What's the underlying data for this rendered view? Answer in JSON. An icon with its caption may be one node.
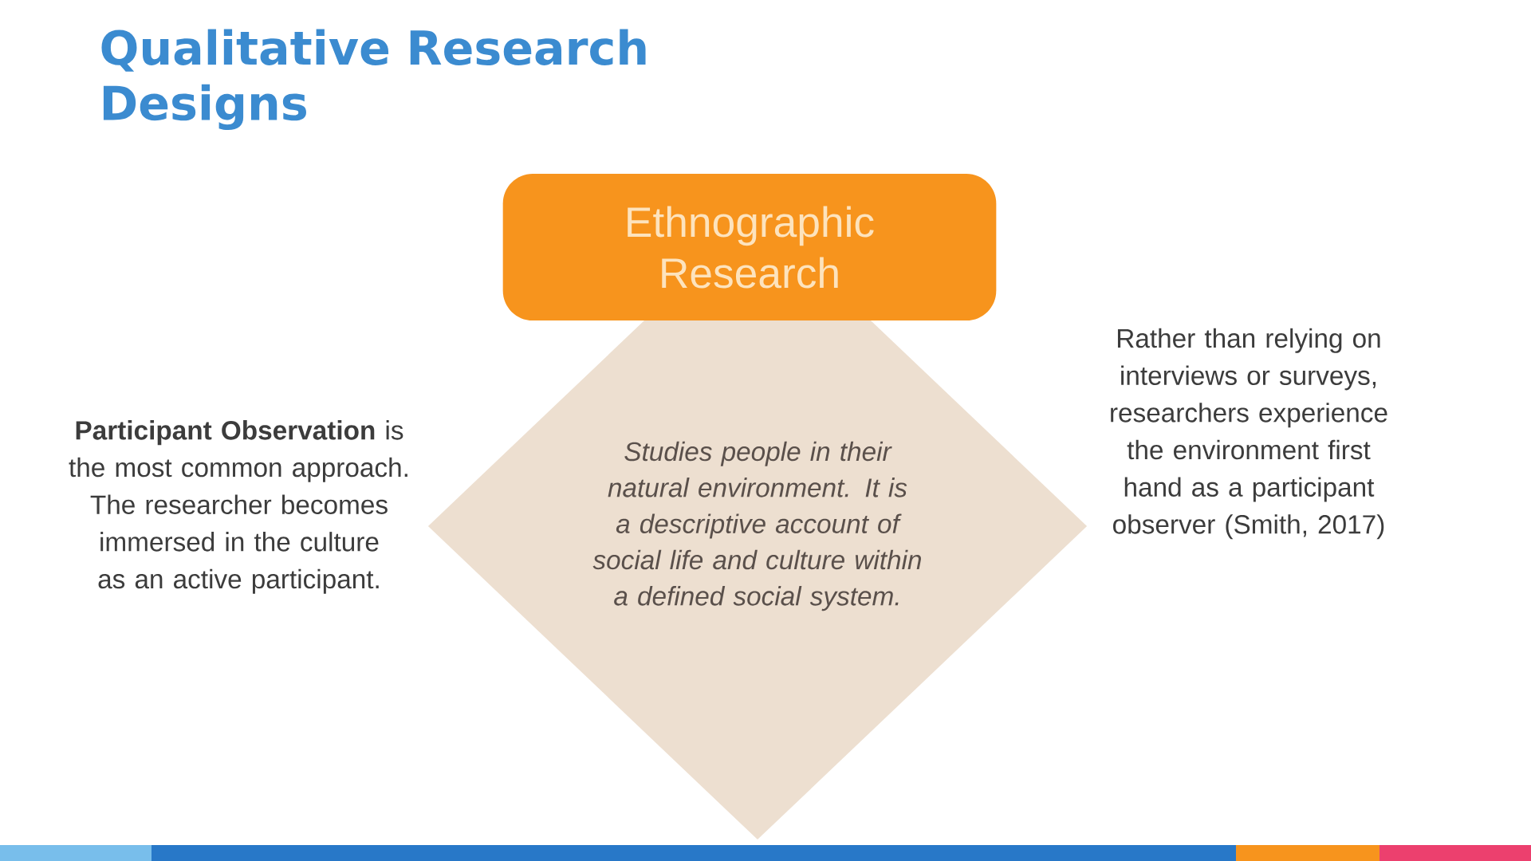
{
  "diagram": {
    "title": "Qualitative Research Designs",
    "nodes": [
      {
        "text": [
          "Studies people in their natural environment. It is a descriptive account of social life and culture within a defined social system."
        ]
      },
      {
        "text": [
          "Ethnographic Research"
        ]
      }
    ],
    "edges": [],
    "labels": [
      "**Participant Observation** is the most common approach. The researcher becomes immersed in the culture as an active participant.",
      "Rather than relying on interviews or surveys, researchers experience the environment first hand as a participant observer (Smith, 2017)"
    ]
  }
}
